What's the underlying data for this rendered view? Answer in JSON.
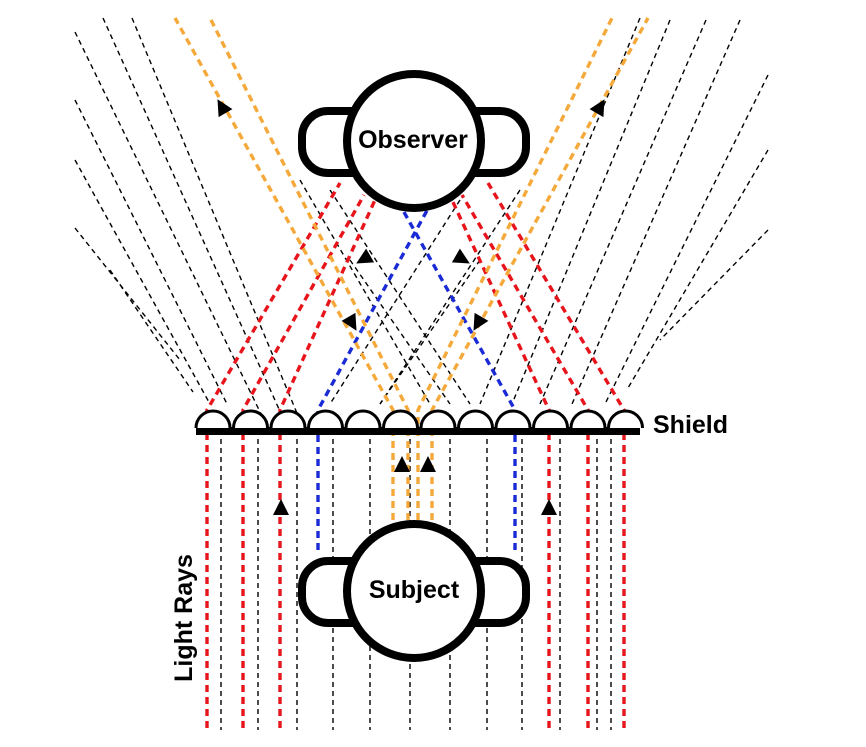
{
  "labels": {
    "observer": "Observer",
    "subject": "Subject",
    "shield": "Shield",
    "light_rays": "Light Rays"
  },
  "colors": {
    "background": "#ffffff",
    "outline": "#000000",
    "ray_black": "#000000",
    "ray_red": "#e8141b",
    "ray_orange": "#f5a93a",
    "ray_blue": "#1a2bd6"
  },
  "icons": {
    "observer": "head-with-ears-icon",
    "subject": "head-with-ears-icon",
    "arrow": "triangle-arrowhead-icon"
  }
}
